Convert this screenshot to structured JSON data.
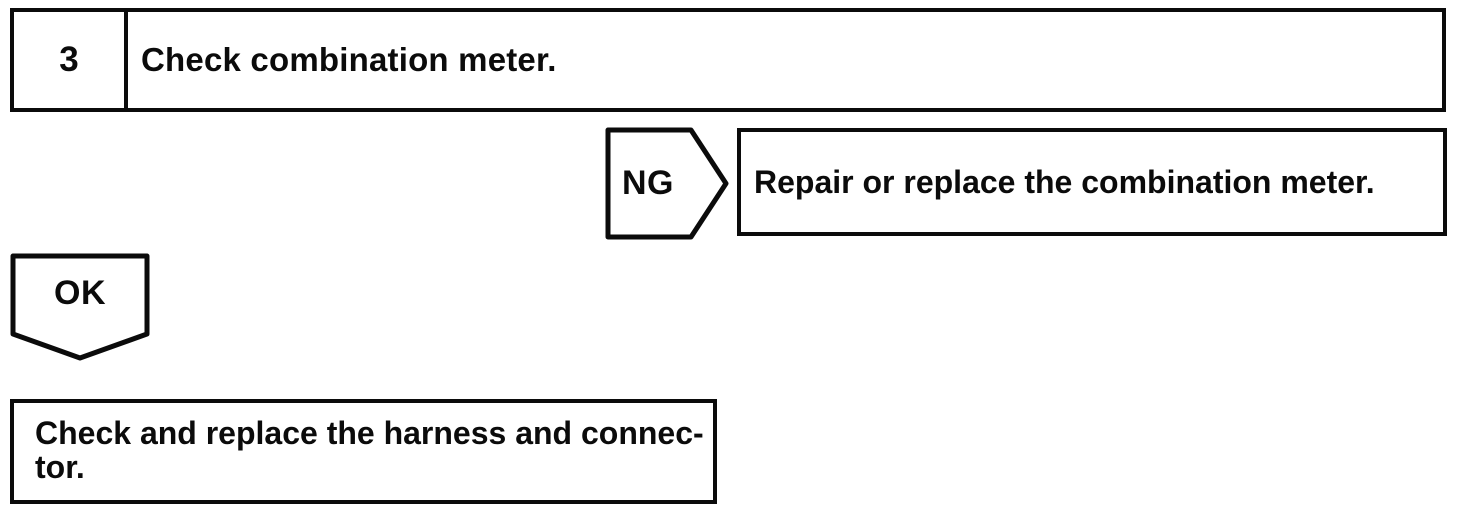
{
  "page": {
    "background_color": "#ffffff",
    "ink_color": "#0b0b0b"
  },
  "flowchart": {
    "step_box": {
      "number": "3",
      "instruction": "Check combination meter."
    },
    "ng_branch": {
      "label": "NG",
      "action": "Repair or replace the combination meter."
    },
    "ok_branch": {
      "label": "OK",
      "action": "Check and replace the harness and connec-\ntor."
    }
  }
}
